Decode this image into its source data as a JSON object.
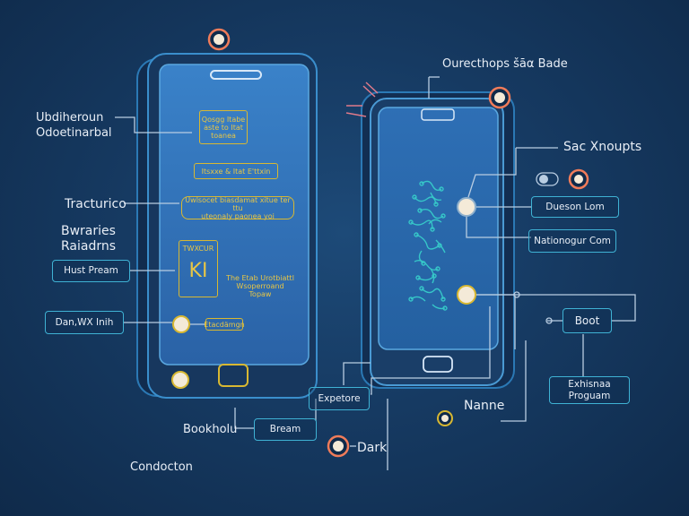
{
  "colors": {
    "background": "#163a62",
    "accent_cyan": "#3fb2d4",
    "accent_yellow": "#d8b832",
    "node_ring": "#f07c5a",
    "screen": "#2f6fb6"
  },
  "left_labels": {
    "top_line1": "Ubdiheroun",
    "top_line2": "Odoetinarbal",
    "tracturico": "Tracturico",
    "bwraries_line1": "Bwraries",
    "bwraries_line2": "Raiadrns",
    "btn_hust": "Hust Pream",
    "btn_dan": "Dan,WX Inih",
    "bookholu": "Bookholu",
    "btn_bream": "Bream",
    "condocton": "Condocton",
    "btn_expetore": "Expetore",
    "dark": "Dark"
  },
  "left_phone": {
    "box1": "Qosgg Itabe\naste to Itat\ntoanea",
    "box2": "Itsxxe & Itat E'ttxin",
    "box3": "Uwlsocet biasdamat xitue ter ttu\nuteonaly paonea yoi",
    "box4_title": "TWXCUR",
    "box4_letters": "KI",
    "yellow_text": "The Etab Urotbiattl\nWsoperroand Topaw",
    "small_box": "Etacdämgn"
  },
  "right_labels": {
    "title": "Ourecthops šāα Bade",
    "sac": "Sac Xnoupts",
    "btn_dueson": "Dueson Lom",
    "btn_nationogur": "Nationogur Com",
    "btn_boot": "Boot",
    "btn_exhisnaa_line1": "Exhisnaa",
    "btn_exhisnaa_line2": "Proguam",
    "nanne": "Nanne"
  },
  "icons": [
    "node-ring-icon",
    "circuit-pattern-icon",
    "signal-wave-icon",
    "toggle-icon",
    "home-button-icon"
  ]
}
